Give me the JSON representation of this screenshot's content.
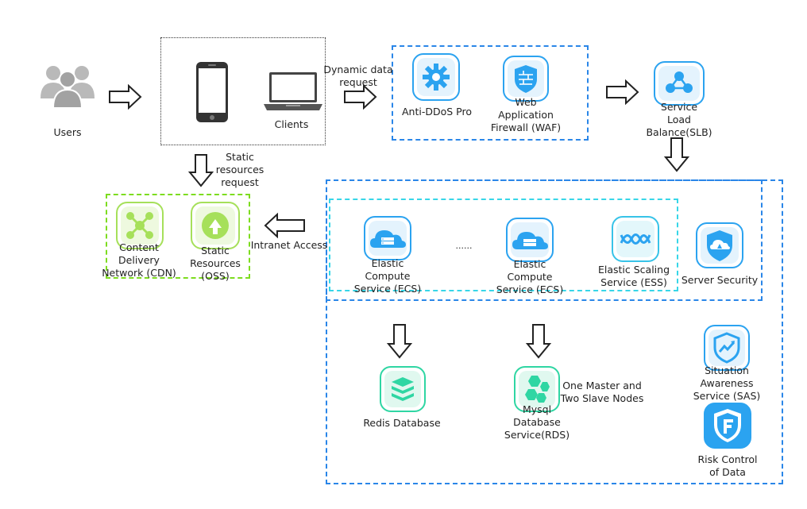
{
  "nodes": {
    "users": "Users",
    "clients": "Clients",
    "anti_ddos": "Anti-DDoS Pro",
    "waf": [
      "Web",
      "Application",
      "Firewall (WAF)"
    ],
    "slb": [
      "Service",
      "Load",
      "Balance(SLB)"
    ],
    "cdn": [
      "Content",
      "Delivery",
      "Network (CDN)"
    ],
    "oss": [
      "Static",
      "Resources",
      "(OSS)"
    ],
    "ecs1": [
      "Elastic",
      "Compute",
      "Service (ECS)"
    ],
    "ecs_ellipsis": "......",
    "ecs2": [
      "Elastic",
      "Compute",
      "Service (ECS)"
    ],
    "ess": [
      "Elastic Scaling",
      "Service (ESS)"
    ],
    "server_security": "Server Security",
    "redis": "Redis Database",
    "rds": [
      "Mysql",
      "Database",
      "Service(RDS)"
    ],
    "rds_note": [
      "One Master and",
      "Two Slave Nodes"
    ],
    "sas": [
      "Situation",
      "Awareness",
      "Service (SAS)"
    ],
    "risk": [
      "Risk Control",
      "of Data"
    ]
  },
  "edges": {
    "dynamic": [
      "Dynamic data",
      "request"
    ],
    "static": [
      "Static",
      "resources",
      "request"
    ],
    "intranet": "Intranet Access"
  },
  "colors": {
    "blue_border": "#2a86e8",
    "cyan_border": "#37d6e8",
    "green_border": "#7ddc1f",
    "icon_blue": "#2ba3f0",
    "icon_green": "#a6e05a",
    "icon_teal": "#2fd6a3"
  }
}
